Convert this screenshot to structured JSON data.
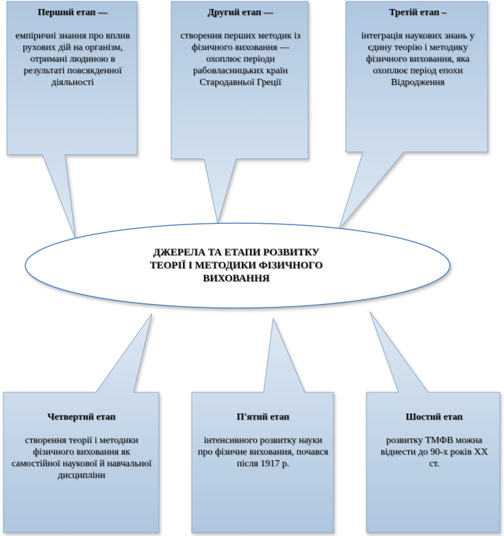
{
  "center": {
    "line1": "ДЖЕРЕЛА ТА ЕТАПИ РОЗВИТКУ",
    "line2": "ТЕОРІЇ І МЕТОДИКИ ФІЗИЧНОГО",
    "line3": "ВИХОВАННЯ"
  },
  "stages": [
    {
      "title": "Перший етап —",
      "text": "емпіричні знання про вплив рухових дій на організм, отримані людиною в результаті повсякденної діяльності"
    },
    {
      "title": "Другий етап —",
      "text": "створення перших методик із фізичного виховання — охоплює періоди рабовласницьких країн Стародавньої Греції"
    },
    {
      "title": "Третій етап –",
      "text": "інтеграція наукових знань у єдину теорію і методику фізичного виховання, яка охоплює період епохи Відродження"
    },
    {
      "title": "Четвертий етап",
      "text": "створення теорії і методики фізичного виховання як самостійної наукової й навчальної дисципліни"
    },
    {
      "title": "П'ятий етап",
      "text": "інтенсивного розвитку науки про фізичне виховання, почався після 1917 р."
    },
    {
      "title": "Шостий етап",
      "text": "розвитку ТМФВ можна віднести до 90-х років ХХ ст."
    }
  ],
  "colors": {
    "box_fill": "#c5d7e8",
    "box_stroke": "#7f9fbf",
    "ellipse_fill": "#ffffff",
    "ellipse_stroke": "#4f81bd"
  }
}
